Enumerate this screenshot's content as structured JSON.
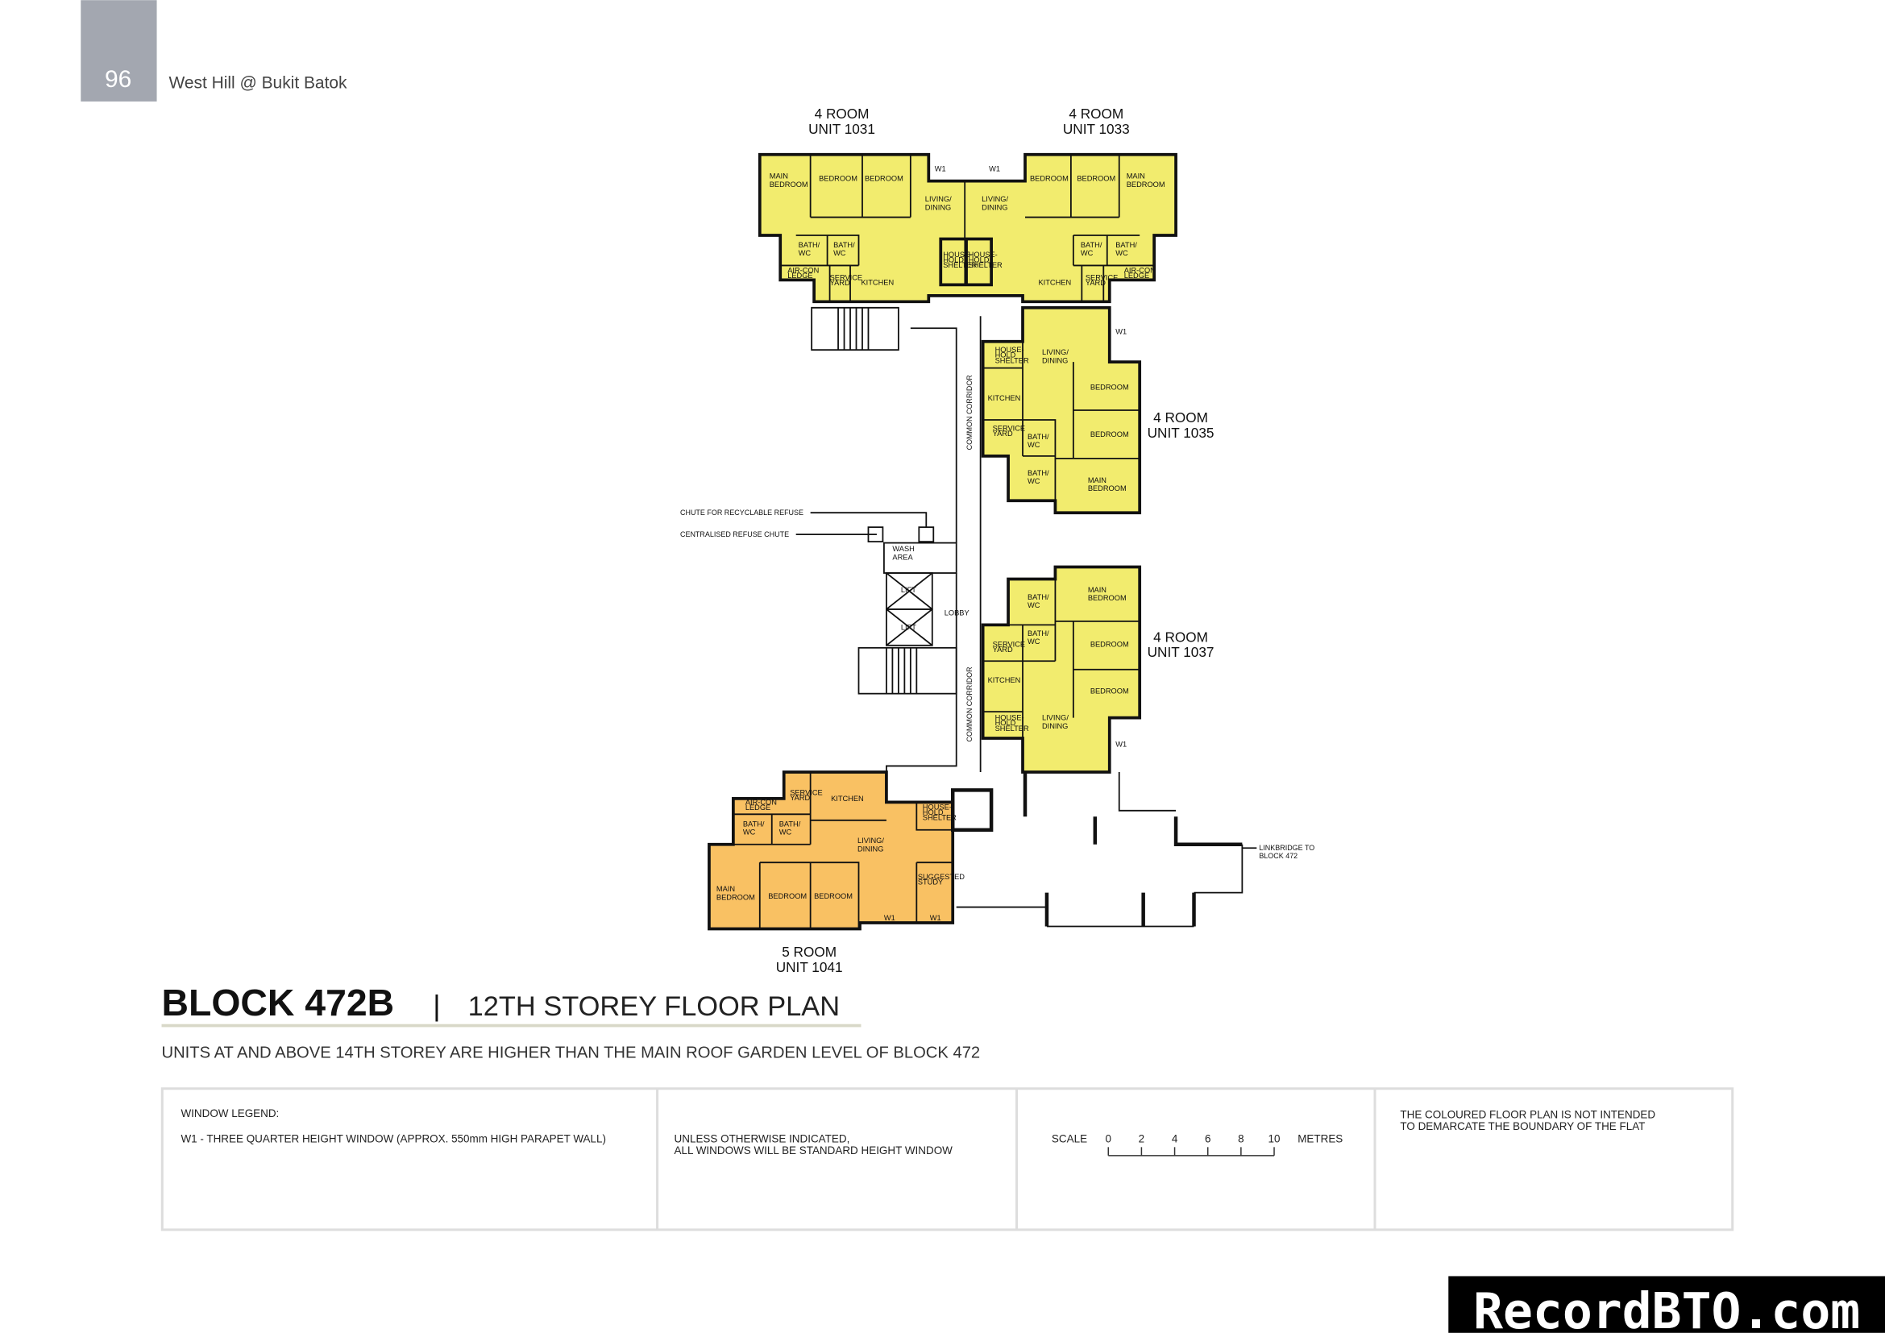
{
  "header": {
    "page_number": "96",
    "project": "West Hill @ Bukit Batok"
  },
  "colors": {
    "four_room": "#f2ec6e",
    "five_room": "#f9c163",
    "page_tab": "#a3a7b0",
    "brand_banner": "#000000"
  },
  "units": {
    "u1031": {
      "label": "4 ROOM\nUNIT 1031"
    },
    "u1033": {
      "label": "4 ROOM\nUNIT 1033"
    },
    "u1035": {
      "label": "4 ROOM\nUNIT 1035"
    },
    "u1037": {
      "label": "4 ROOM\nUNIT 1037"
    },
    "u1041": {
      "label": "5 ROOM\nUNIT 1041"
    }
  },
  "rooms": {
    "main_bedroom": "MAIN\nBEDROOM",
    "bedroom": "BEDROOM",
    "living_dining": "LIVING/\nDINING",
    "bath_wc": "BATH/\nWC",
    "aircon_ledge": "AIR-CON\nLEDGE",
    "service_yard": "SERVICE\nYARD",
    "kitchen": "KITCHEN",
    "household_shelter": "HOUSE-\nHOLD\nSHELTER",
    "suggested_study": "SUGGESTED\nSTUDY",
    "w1": "W1"
  },
  "common": {
    "common_corridor": "COMMON CORRIDOR",
    "wash_area": "WASH\nAREA",
    "lift": "LIFT",
    "lobby": "LOBBY",
    "chute_recyclable": "CHUTE FOR RECYCLABLE REFUSE",
    "chute_centralised": "CENTRALISED REFUSE CHUTE",
    "linkbridge": "LINKBRIDGE TO\nBLOCK 472"
  },
  "title": {
    "block": "BLOCK 472B",
    "separator": "|",
    "storey": "12TH STOREY FLOOR PLAN",
    "subtitle": "UNITS AT AND ABOVE 14TH STOREY ARE HIGHER THAN THE MAIN ROOF GARDEN LEVEL OF BLOCK 472"
  },
  "legend": {
    "heading": "WINDOW LEGEND:",
    "w1_desc": "W1 - THREE QUARTER HEIGHT WINDOW (APPROX. 550mm HIGH PARAPET WALL)",
    "standard_note": "UNLESS OTHERWISE INDICATED,\nALL WINDOWS WILL BE STANDARD HEIGHT WINDOW",
    "scale_label": "SCALE",
    "scale_ticks": [
      "0",
      "2",
      "4",
      "6",
      "8",
      "10"
    ],
    "scale_unit": "METRES",
    "disclaimer": "THE COLOURED FLOOR PLAN IS NOT INTENDED\nTO DEMARCATE THE BOUNDARY OF THE FLAT"
  },
  "brand": {
    "watermark": "RecordBTO.com"
  }
}
